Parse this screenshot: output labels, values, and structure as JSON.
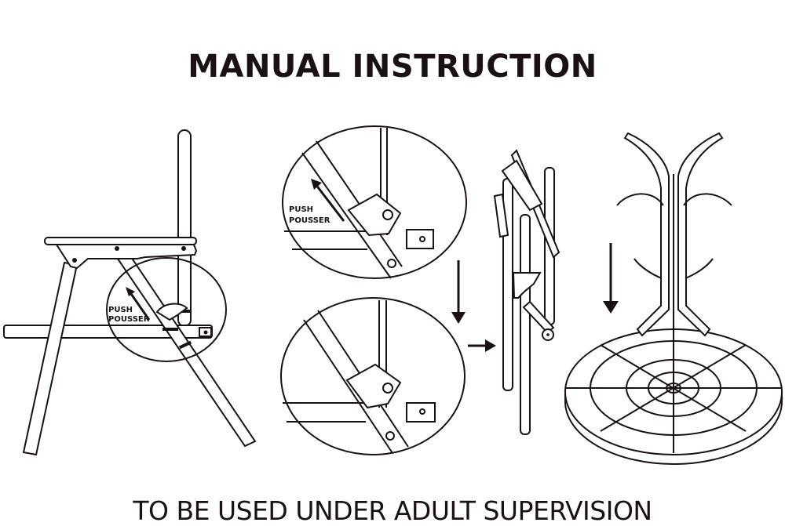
{
  "title": "MANUAL INSTRUCTION",
  "footer": "TO BE USED UNDER ADULT SUPERVISION",
  "steps": [
    {
      "name": "unlock-hinge",
      "labels": [
        "PUSH",
        "POUSSER"
      ]
    },
    {
      "name": "hinge-detail-unlocked",
      "labels": [
        "PUSH",
        "POUSSER"
      ]
    },
    {
      "name": "hinge-detail-folding",
      "labels": []
    },
    {
      "name": "folded-chair",
      "labels": []
    },
    {
      "name": "coat-stand-base",
      "labels": []
    }
  ],
  "colors": {
    "ink": "#1a1212",
    "background": "#ffffff"
  }
}
